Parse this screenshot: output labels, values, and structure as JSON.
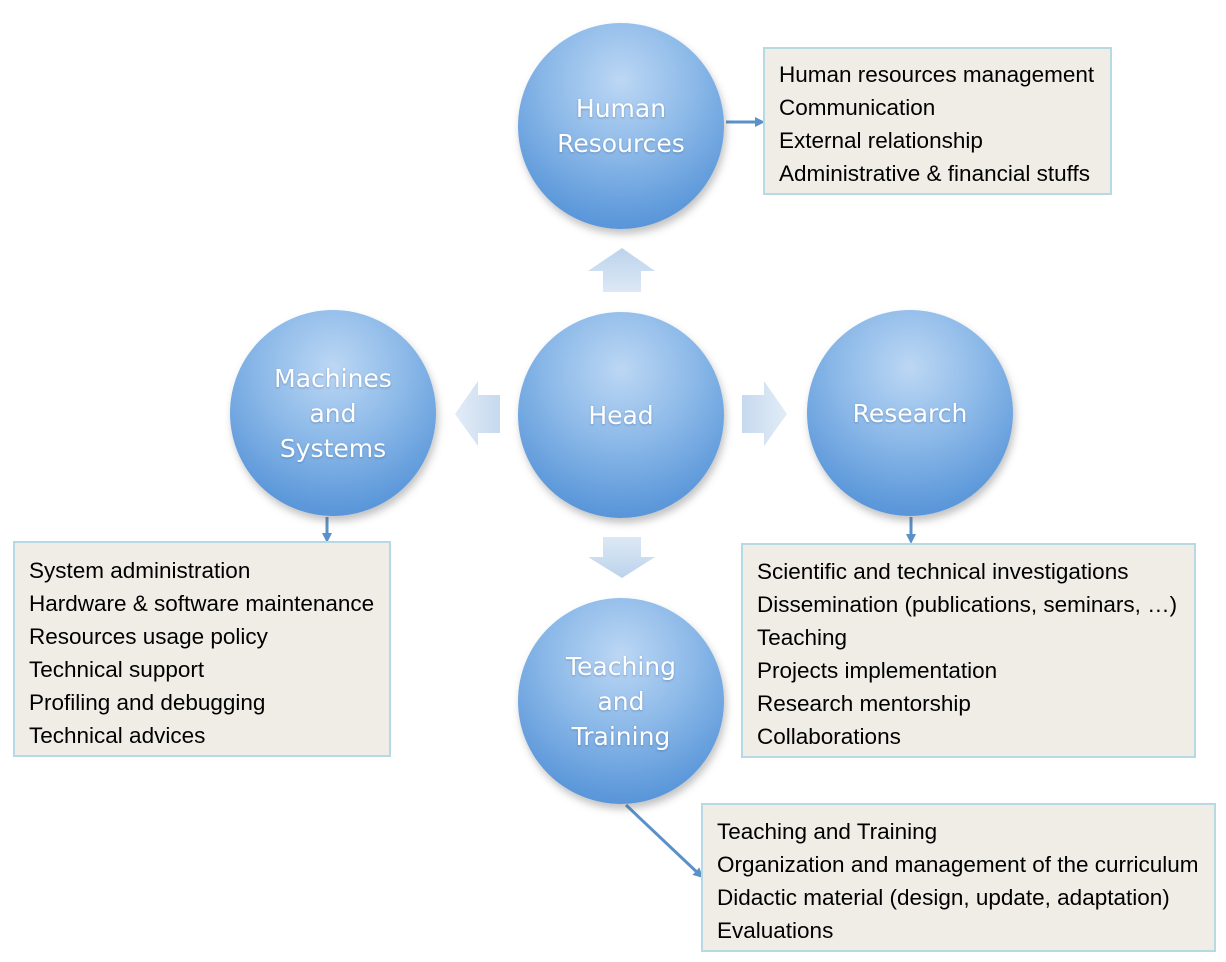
{
  "nodes": {
    "head": "Head",
    "human_resources": "Human\nResources",
    "research": "Research",
    "machines_systems": "Machines\nand\nSystems",
    "teaching_training": "Teaching\nand\nTraining"
  },
  "boxes": {
    "human_resources": [
      "Human resources management",
      "Communication",
      "External relationship",
      "Administrative & financial stuffs"
    ],
    "machines_systems": [
      "System administration",
      "Hardware & software maintenance",
      "Resources usage policy",
      "Technical support",
      "Profiling and debugging",
      "Technical advices"
    ],
    "research": [
      "Scientific and technical investigations",
      "Dissemination (publications, seminars, …)",
      "Teaching",
      "Projects implementation",
      "Research mentorship",
      "Collaborations"
    ],
    "teaching_training": [
      "Teaching and Training",
      "Organization and management of the curriculum",
      "Didactic material (design, update, adaptation)",
      "Evaluations"
    ]
  },
  "colors": {
    "circle_fill": "#6fa5e0",
    "box_fill": "#efede6",
    "box_border": "#b6d9e4",
    "connector": "#5a92c8",
    "block_arrow": "#c9dcef"
  }
}
